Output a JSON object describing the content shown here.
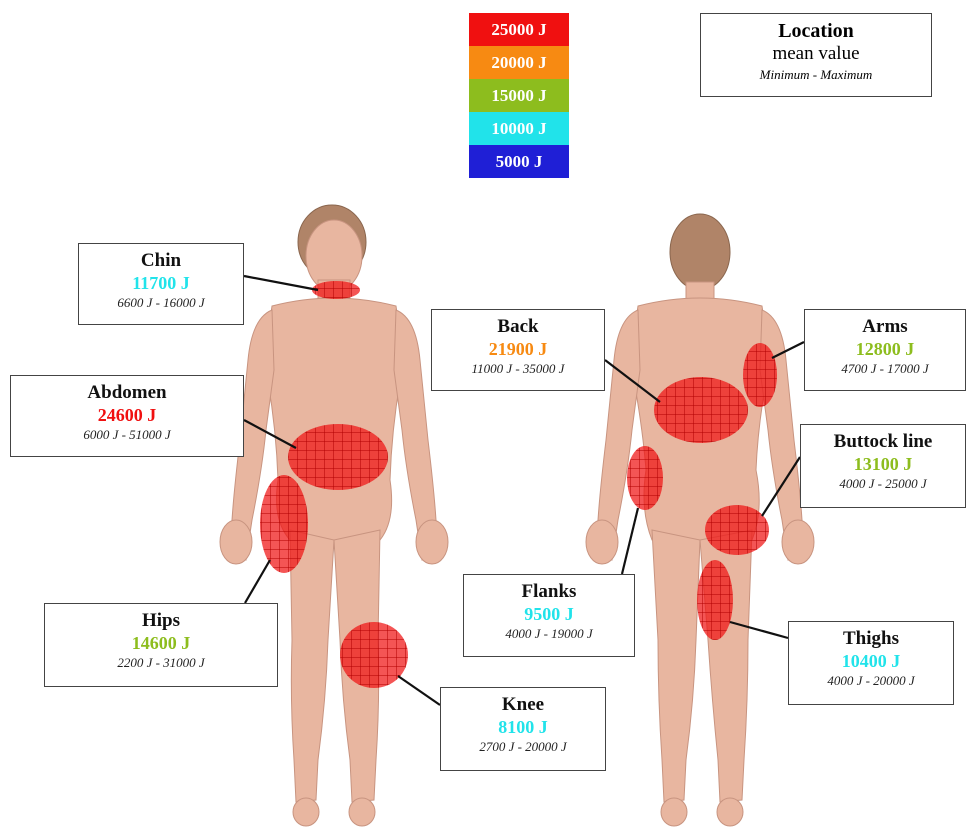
{
  "legend": [
    {
      "label": "25000 J",
      "color": "#f01010"
    },
    {
      "label": "20000 J",
      "color": "#f78a12"
    },
    {
      "label": "15000 J",
      "color": "#8dbd1e"
    },
    {
      "label": "10000 J",
      "color": "#21e3ea"
    },
    {
      "label": "5000 J",
      "color": "#1f1fd6"
    }
  ],
  "key": {
    "title": "Location",
    "mean": "mean value",
    "range": "Minimum - Maximum"
  },
  "locations": [
    {
      "id": "chin",
      "name": "Chin",
      "mean": "11700 J",
      "range": "6600 J - 16000 J",
      "color": "#21e3ea"
    },
    {
      "id": "abdomen",
      "name": "Abdomen",
      "mean": "24600 J",
      "range": "6000 J - 51000 J",
      "color": "#f01010"
    },
    {
      "id": "hips",
      "name": "Hips",
      "mean": "14600 J",
      "range": "2200 J - 31000 J",
      "color": "#8dbd1e"
    },
    {
      "id": "knee",
      "name": "Knee",
      "mean": "8100 J",
      "range": "2700 J - 20000 J",
      "color": "#21e3ea"
    },
    {
      "id": "back",
      "name": "Back",
      "mean": "21900 J",
      "range": "11000 J - 35000 J",
      "color": "#f78a12"
    },
    {
      "id": "arms",
      "name": "Arms",
      "mean": "12800 J",
      "range": "4700 J - 17000 J",
      "color": "#8dbd1e"
    },
    {
      "id": "buttock",
      "name": "Buttock line",
      "mean": "13100 J",
      "range": "4000 J - 25000 J",
      "color": "#8dbd1e"
    },
    {
      "id": "flanks",
      "name": "Flanks",
      "mean": "9500 J",
      "range": "4000 J - 19000 J",
      "color": "#21e3ea"
    },
    {
      "id": "thighs",
      "name": "Thighs",
      "mean": "10400 J",
      "range": "4000 J - 20000 J",
      "color": "#21e3ea"
    }
  ]
}
